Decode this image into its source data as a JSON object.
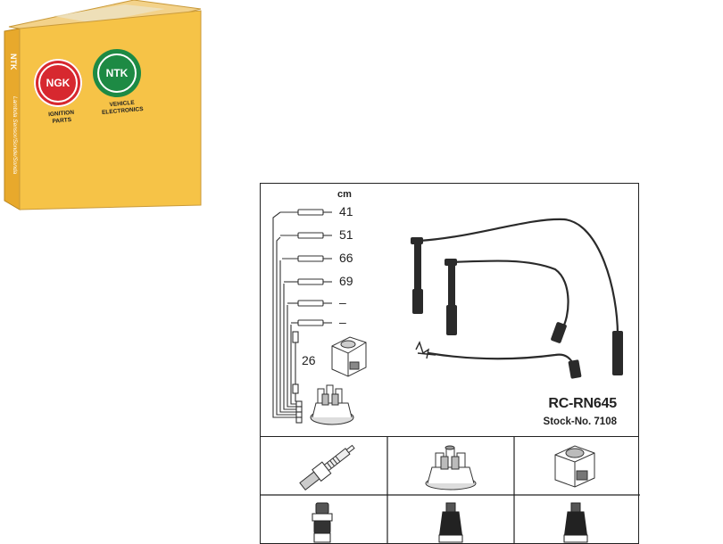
{
  "box": {
    "brand_left": "NGK",
    "brand_right": "NTK",
    "caption_left_line1": "IGNITION",
    "caption_left_line2": "PARTS",
    "caption_right_line1": "VEHICLE",
    "caption_right_line2": "ELECTRONICS",
    "side_brand": "NTK",
    "side_text": "Lambda Sensor/Sonde/Sonda",
    "colors": {
      "box": "#f6c347",
      "box_side": "#e8a92c",
      "ngk_red": "#d7282f",
      "ntk_green": "#1d8a44"
    }
  },
  "diagram": {
    "unit": "cm",
    "lengths": [
      "41",
      "51",
      "66",
      "69",
      "–",
      "–"
    ],
    "coil_lead_length": "26",
    "part_number": "RC-RN645",
    "stock_number": "Stock-No. 7108"
  },
  "components": {
    "top_row": [
      "spark-plug",
      "distributor-cap",
      "ignition-coil"
    ],
    "bottom_row": [
      "spark-plug-connector",
      "distributor-connector",
      "coil-connector"
    ]
  }
}
